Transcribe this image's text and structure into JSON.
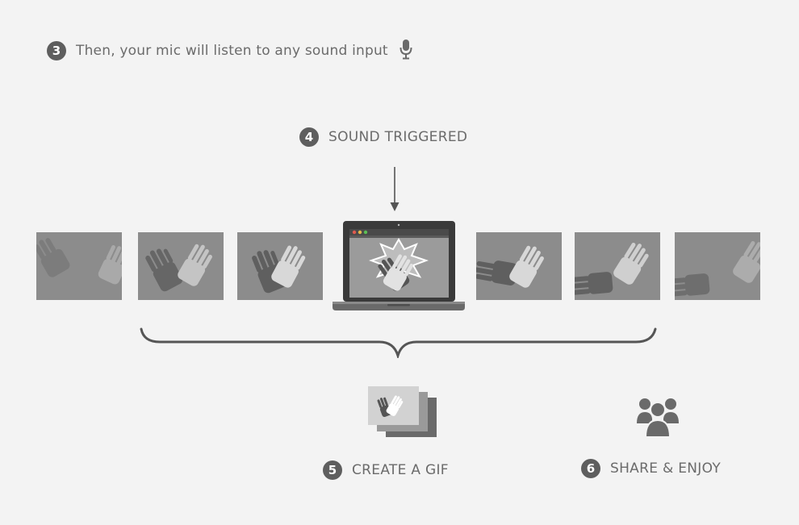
{
  "steps": {
    "three": {
      "number": "3",
      "text": "Then, your mic will listen to any sound input"
    },
    "four": {
      "number": "4",
      "text": "SOUND TRIGGERED"
    },
    "five": {
      "number": "5",
      "text": "CREATE A GIF"
    },
    "six": {
      "number": "6",
      "text": "SHARE & ENJOY"
    }
  },
  "icons": {
    "mic": "microphone-icon",
    "arrow": "down-arrow-icon",
    "laptop": "laptop-icon",
    "brace": "curly-brace-icon",
    "gif": "gif-stack-icon",
    "people": "people-group-icon"
  },
  "colors": {
    "background": "#f3f3f3",
    "frame": "#8c8c8c",
    "badge": "#5e5e5e",
    "text": "#6b6b6b",
    "dark_hand": "#5f5f5f",
    "light_hand": "#d6d6d6"
  }
}
